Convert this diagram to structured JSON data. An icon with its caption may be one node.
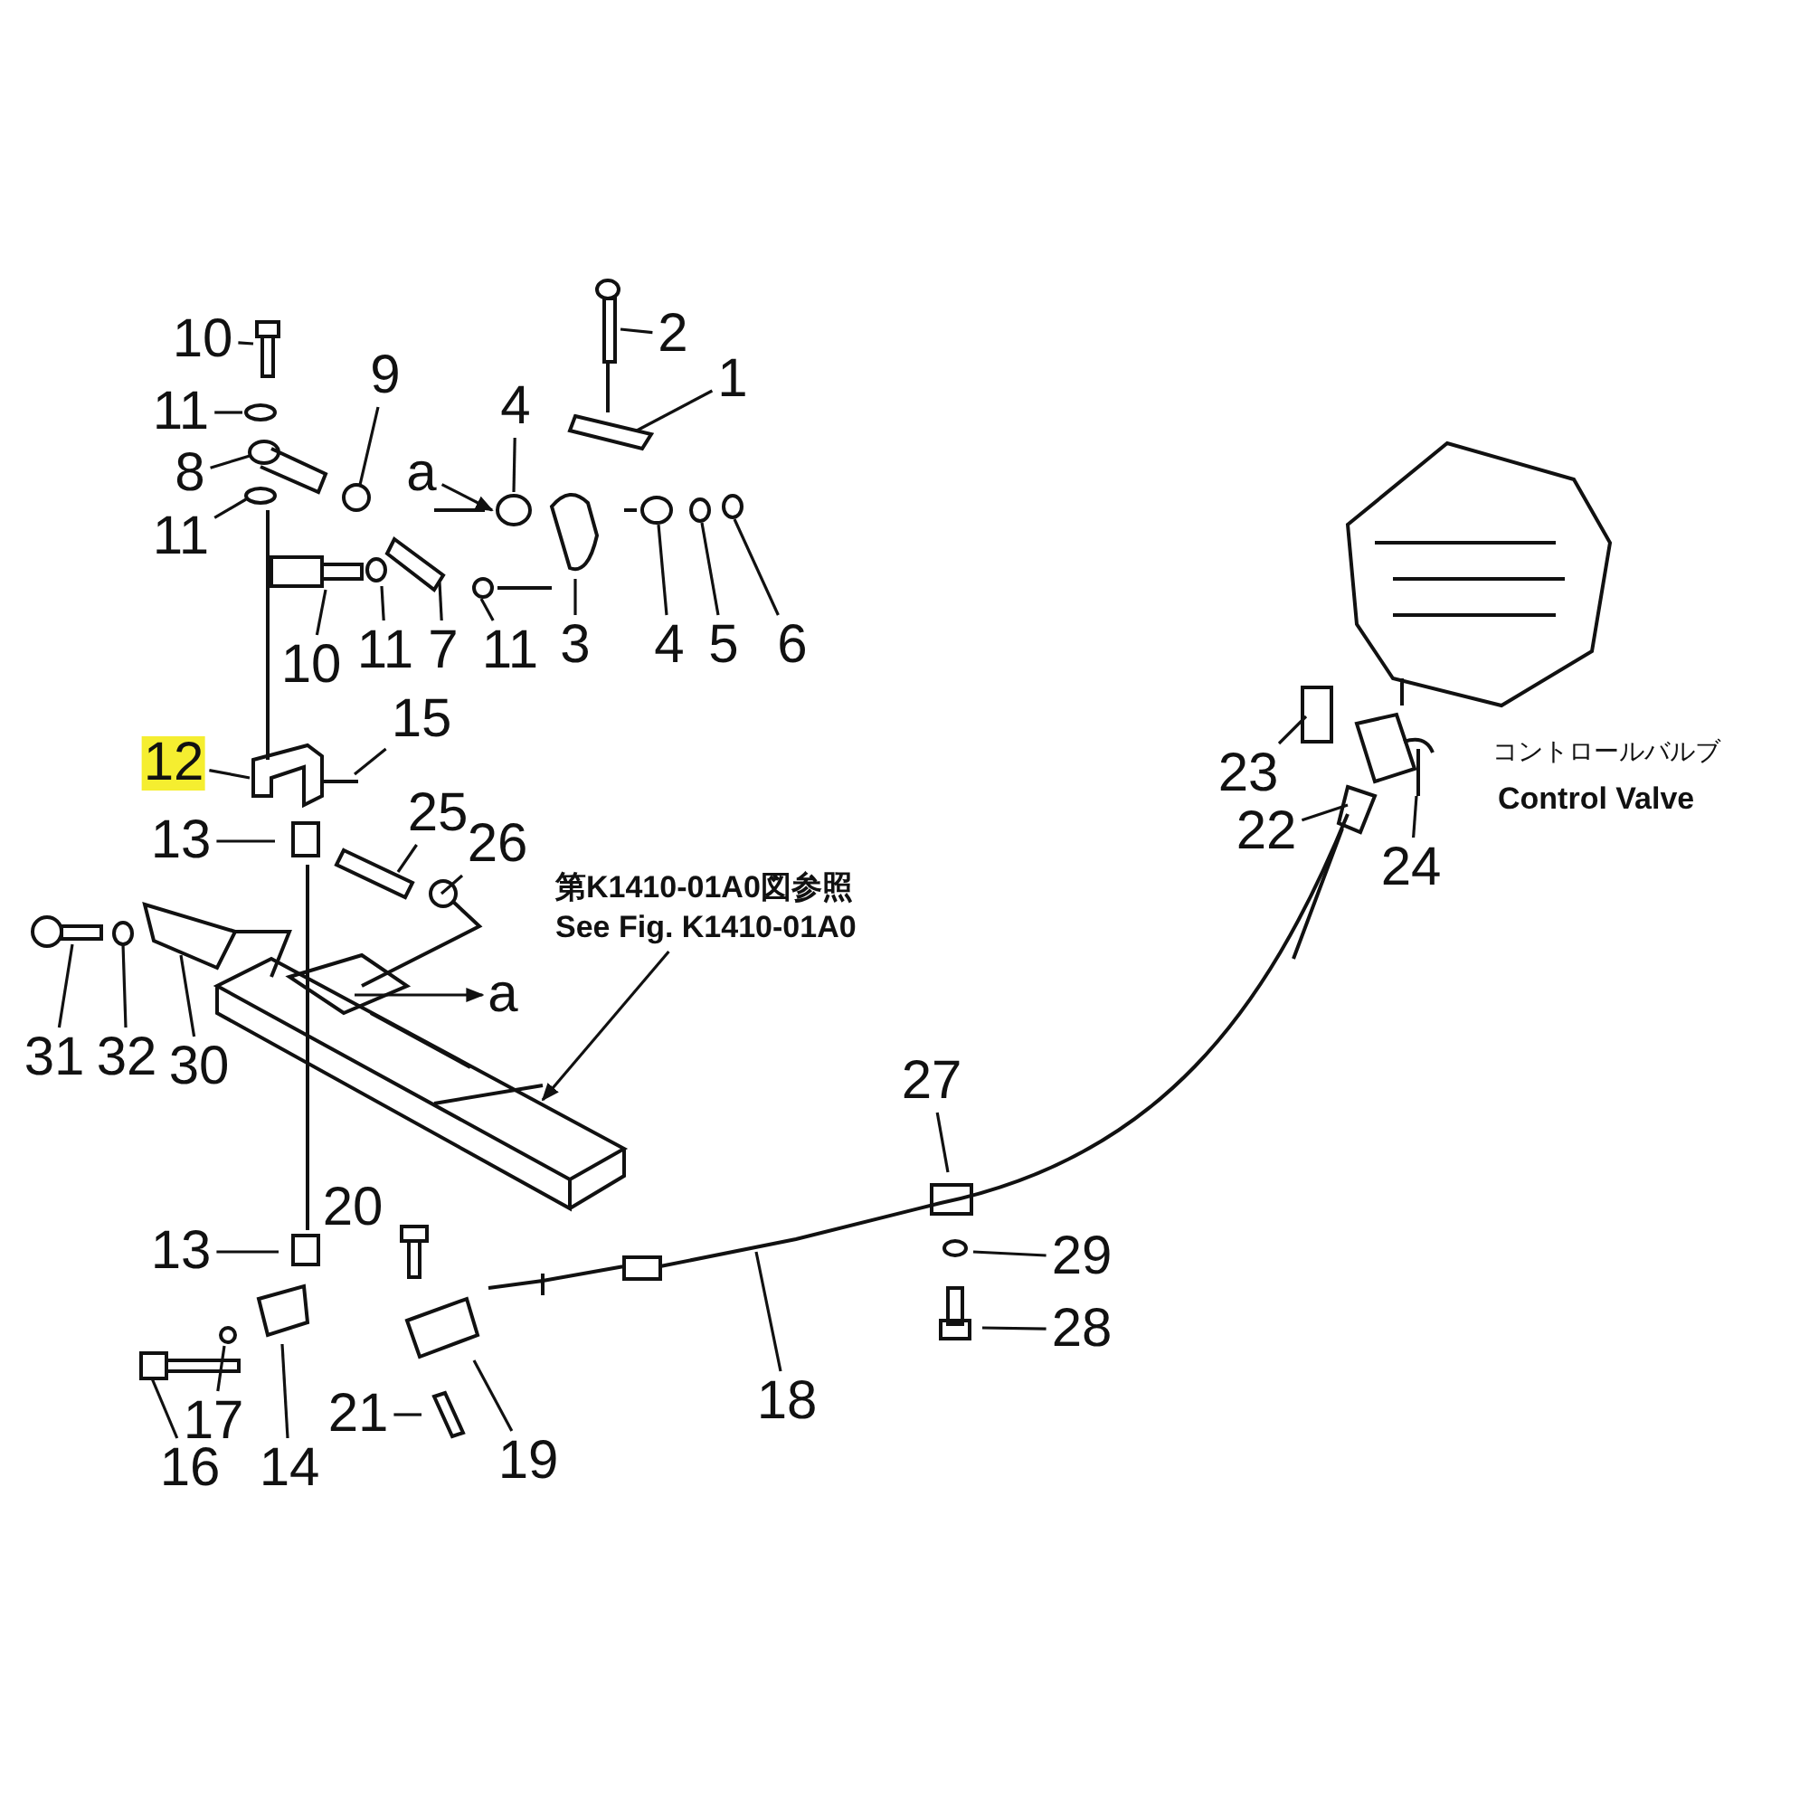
{
  "diagram": {
    "nodes": [
      {
        "text": [
          "10"
        ]
      },
      {
        "text": [
          "11"
        ]
      },
      {
        "text": [
          "8"
        ]
      },
      {
        "text": [
          "11"
        ]
      },
      {
        "text": [
          "9"
        ]
      },
      {
        "text": [
          "4"
        ]
      },
      {
        "text": [
          "2"
        ]
      },
      {
        "text": [
          "1"
        ]
      },
      {
        "text": [
          "a"
        ]
      },
      {
        "text": [
          "10"
        ]
      },
      {
        "text": [
          "11"
        ]
      },
      {
        "text": [
          "7"
        ]
      },
      {
        "text": [
          "11"
        ]
      },
      {
        "text": [
          "3"
        ]
      },
      {
        "text": [
          "4"
        ]
      },
      {
        "text": [
          "5"
        ]
      },
      {
        "text": [
          "6"
        ]
      },
      {
        "text": [
          "12"
        ]
      },
      {
        "text": [
          "15"
        ]
      },
      {
        "text": [
          "13"
        ]
      },
      {
        "text": [
          "25"
        ]
      },
      {
        "text": [
          "26"
        ]
      },
      {
        "text": [
          "第K1410-01A0図参照",
          "See Fig. K1410-01A0"
        ]
      },
      {
        "text": [
          "31"
        ]
      },
      {
        "text": [
          "32"
        ]
      },
      {
        "text": [
          "30"
        ]
      },
      {
        "text": [
          "a"
        ]
      },
      {
        "text": [
          "23"
        ]
      },
      {
        "text": [
          "22"
        ]
      },
      {
        "text": [
          "24"
        ]
      },
      {
        "text": [
          "27"
        ]
      },
      {
        "text": [
          "13"
        ]
      },
      {
        "text": [
          "29"
        ]
      },
      {
        "text": [
          "28"
        ]
      },
      {
        "text": [
          "17"
        ]
      },
      {
        "text": [
          "21"
        ]
      },
      {
        "text": [
          "14"
        ]
      },
      {
        "text": [
          "19"
        ]
      },
      {
        "text": [
          "16"
        ]
      },
      {
        "text": [
          "18"
        ]
      }
    ],
    "edges": [
      {
        "from": 0,
        "to": null,
        "arrow": "none"
      },
      {
        "from": 1,
        "to": null,
        "arrow": "none"
      },
      {
        "from": 2,
        "to": null,
        "arrow": "none"
      },
      {
        "from": 3,
        "to": null,
        "arrow": "none"
      },
      {
        "from": 4,
        "to": null,
        "arrow": "none"
      },
      {
        "from": 5,
        "to": null,
        "arrow": "none"
      },
      {
        "from": 6,
        "to": null,
        "arrow": "none"
      },
      {
        "from": 7,
        "to": null,
        "arrow": "none"
      },
      {
        "from": 8,
        "to": null,
        "arrow": "to"
      },
      {
        "from": 9,
        "to": null,
        "arrow": "none"
      },
      {
        "from": 10,
        "to": null,
        "arrow": "none"
      },
      {
        "from": 11,
        "to": null,
        "arrow": "none"
      },
      {
        "from": 12,
        "to": null,
        "arrow": "none"
      },
      {
        "from": 13,
        "to": null,
        "arrow": "none"
      },
      {
        "from": 14,
        "to": null,
        "arrow": "none"
      },
      {
        "from": 15,
        "to": null,
        "arrow": "none"
      },
      {
        "from": 16,
        "to": null,
        "arrow": "none"
      },
      {
        "from": 17,
        "to": null,
        "arrow": "none"
      },
      {
        "from": 18,
        "to": null,
        "arrow": "none"
      },
      {
        "from": 19,
        "to": null,
        "arrow": "none"
      },
      {
        "from": 20,
        "to": null,
        "arrow": "none"
      },
      {
        "from": 21,
        "to": null,
        "arrow": "none"
      },
      {
        "from": 22,
        "to": null,
        "arrow": "to"
      },
      {
        "from": 23,
        "to": null,
        "arrow": "none"
      },
      {
        "from": 24,
        "to": null,
        "arrow": "none"
      },
      {
        "from": 25,
        "to": null,
        "arrow": "none"
      },
      {
        "from": null,
        "to": 26,
        "arrow": "to"
      },
      {
        "from": 27,
        "to": null,
        "arrow": "none"
      },
      {
        "from": 28,
        "to": null,
        "arrow": "none"
      },
      {
        "from": 29,
        "to": null,
        "arrow": "none"
      },
      {
        "from": 30,
        "to": null,
        "arrow": "none"
      },
      {
        "from": 31,
        "to": null,
        "arrow": "none"
      },
      {
        "from": 32,
        "to": null,
        "arrow": "none"
      },
      {
        "from": 33,
        "to": null,
        "arrow": "none"
      },
      {
        "from": 34,
        "to": null,
        "arrow": "none"
      },
      {
        "from": 35,
        "to": null,
        "arrow": "none"
      },
      {
        "from": 36,
        "to": null,
        "arrow": "none"
      },
      {
        "from": 37,
        "to": null,
        "arrow": "none"
      },
      {
        "from": 38,
        "to": null,
        "arrow": "none"
      },
      {
        "from": 39,
        "to": null,
        "arrow": "none"
      }
    ],
    "labels": [
      "20",
      "コントロールバルブ",
      "Control Valve"
    ]
  }
}
